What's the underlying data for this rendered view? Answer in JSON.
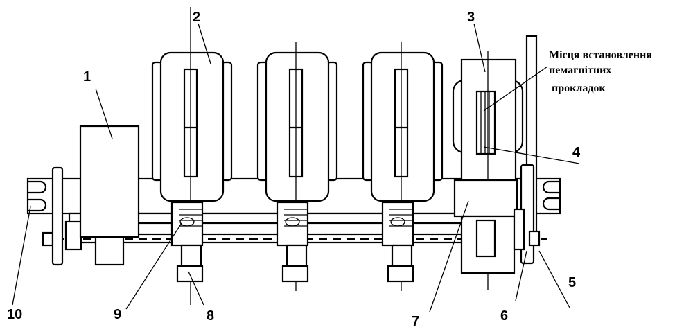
{
  "labels": {
    "n1": "1",
    "n2": "2",
    "n3": "3",
    "n4": "4",
    "n5": "5",
    "n6": "6",
    "n7": "7",
    "n8": "8",
    "n9": "9",
    "n10": "10"
  },
  "note": {
    "line1": "Місця встановлення",
    "line2": "немагнітних",
    "line3": "прокладок"
  }
}
